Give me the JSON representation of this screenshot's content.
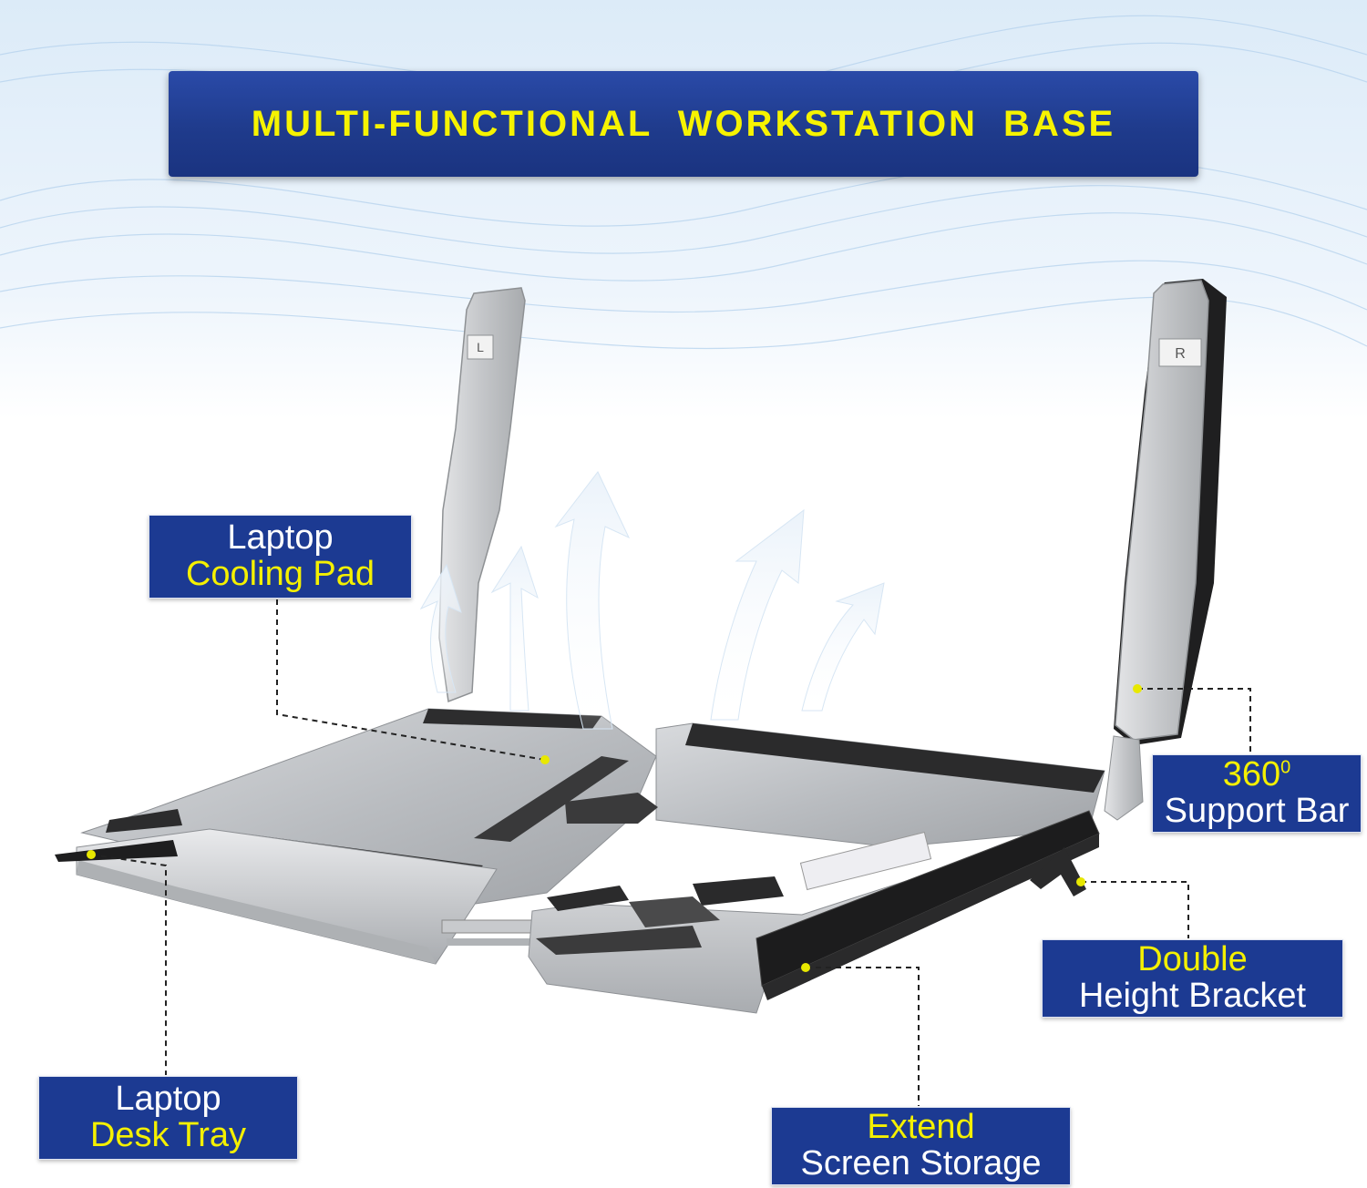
{
  "banner": {
    "title": "MULTI-FUNCTIONAL  WORKSTATION  BASE"
  },
  "colors": {
    "banner_blue": "#1f3b8c",
    "label_yellow": "#f4f000",
    "label_white": "#ffffff",
    "marker_yellow": "#e8e800"
  },
  "stand_markings": {
    "left": "L",
    "right": "R"
  },
  "callouts": {
    "cooling_pad": {
      "line1": "Laptop",
      "line2": "Cooling Pad"
    },
    "support_bar": {
      "line1": "360",
      "line1_sup": "0",
      "line2": "Support Bar"
    },
    "height_bracket": {
      "line1": "Double",
      "line2": "Height Bracket"
    },
    "desk_tray": {
      "line1": "Laptop",
      "line2": "Desk Tray"
    },
    "screen_storage": {
      "line1": "Extend",
      "line2": "Screen Storage"
    }
  },
  "icons": [
    "airflow-arrow-icon",
    "marker-dot-icon"
  ]
}
